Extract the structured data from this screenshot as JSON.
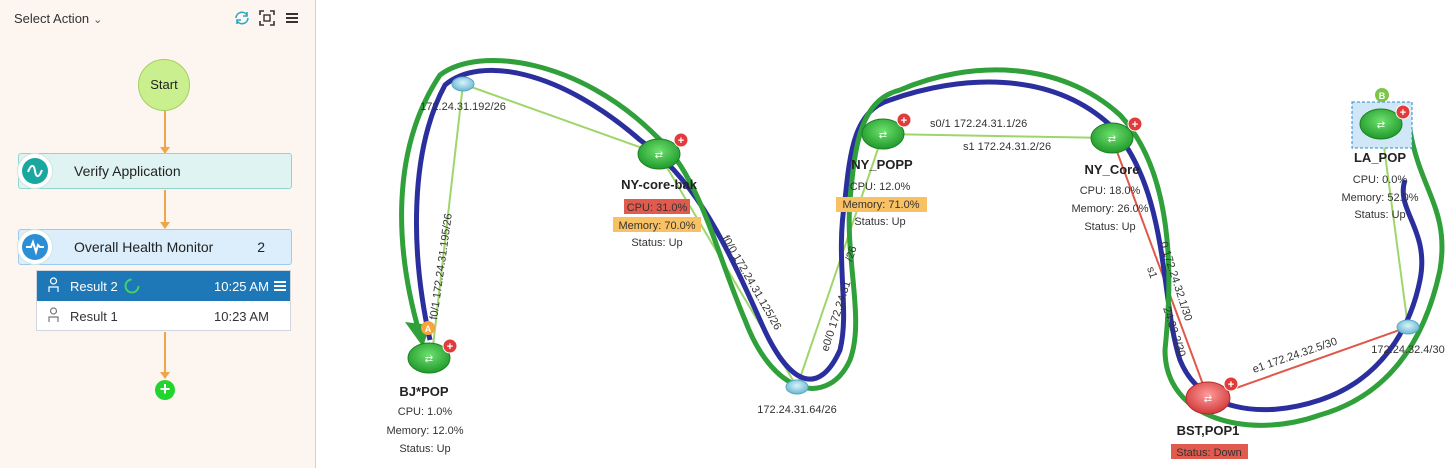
{
  "toolbar": {
    "select_action": "Select Action",
    "icons": [
      "refresh-icon",
      "fit-view-icon",
      "menu-icon"
    ]
  },
  "flow": {
    "start_label": "Start",
    "steps": [
      {
        "label": "Verify Application",
        "icon": "wave-icon",
        "count": ""
      },
      {
        "label": "Overall Health Monitor",
        "icon": "heartbeat-icon",
        "count": "2"
      }
    ],
    "results": [
      {
        "name": "Result 2",
        "time": "10:25 AM",
        "selected": true
      },
      {
        "name": "Result 1",
        "time": "10:23 AM",
        "selected": false
      }
    ]
  },
  "topology": {
    "colors": {
      "path_green": "#2fa03a",
      "path_blue": "#2b2f9e",
      "link_green": "#9fd66b",
      "link_red": "#e0584a",
      "cpu_red": "#e05a4e",
      "mem_orange": "#f8c163",
      "down_red": "#e05a4e"
    },
    "devices": {
      "bj": {
        "name": "BJ*POP",
        "cpu": "CPU: 1.0%",
        "memory": "Memory: 12.0%",
        "status": "Status: Up",
        "marker": "A"
      },
      "nycorebak": {
        "name": "NY-core-bak",
        "cpu": "CPU: 31.0%",
        "memory": "Memory: 70.0%",
        "status": "Status: Up"
      },
      "nypopp": {
        "name": "NY_POPP",
        "cpu": "CPU: 12.0%",
        "memory": "Memory: 71.0%",
        "status": "Status: Up"
      },
      "nycore": {
        "name": "NY_Core",
        "cpu": "CPU: 18.0%",
        "memory": "Memory: 26.0%",
        "status": "Status: Up"
      },
      "lapop": {
        "name": "LA_POP",
        "cpu": "CPU: 0.0%",
        "memory": "Memory: 52.0%",
        "status": "Status: Up",
        "marker": "B"
      },
      "bstpop": {
        "name": "BST,POP1",
        "status": "Status: Down"
      }
    },
    "subnets": {
      "s1": "172.24.31.192/26",
      "s2": "172.24.31.64/26",
      "s3": "172.24.32.4/30"
    },
    "links": {
      "l_bj_up": "f0/1 172.24.31.195/26",
      "l_nybak": "f0/0 172.24.31.125/26",
      "l_e00": "e0/0 172.24.31",
      "l_e00_tail": "/26",
      "l_s01": "s0/1 172.24.31.1/26",
      "l_s1": "s1 172.24.31.2/26",
      "l_nycore_bst_a": "0 172.24.32.1/30",
      "l_nycore_bst_b": "s1",
      "l_nycore_bst_c": "24.32.2/30",
      "l_e1": "e1 172.24.32.5/30"
    }
  }
}
